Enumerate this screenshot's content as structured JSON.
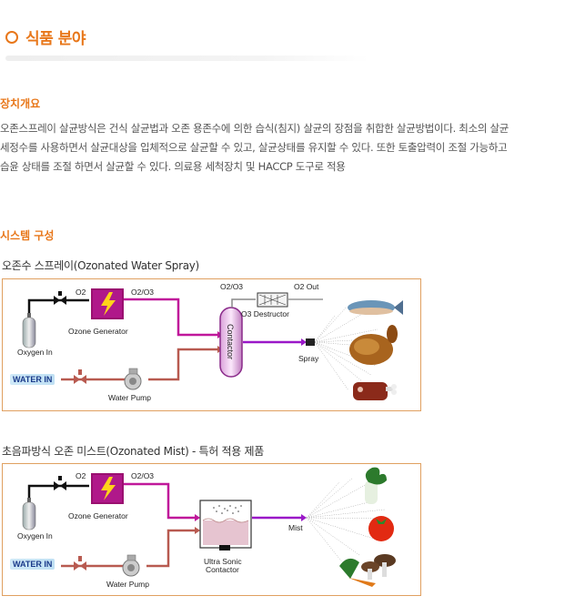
{
  "header": {
    "title": "식품 분야"
  },
  "overview": {
    "title": "장치개요",
    "lines": [
      "오존스프레이 살균방식은 건식 살균법과 오존 용존수에 의한 습식(침지) 살균의 장점을 취합한 살균방법이다. 최소의 살균",
      "세정수를 사용하면서 살균대상을 입체적으로 살균할 수 있고, 살균상태를 유지할 수 있다. 또한 토출압력이 조절 가능하고",
      "습윤 상태를 조절 하면서 살균할 수 있다. 의료용 세척장치 및 HACCP 도구로 적용"
    ]
  },
  "system": {
    "title": "시스템 구성",
    "diagram1": {
      "title": "오존수 스프레이(Ozonated Water Spray)",
      "labels": {
        "o2": "O2",
        "o2o3_left": "O2/O3",
        "o2o3_top": "O2/O3",
        "o2out": "O2 Out",
        "destructor": "O3 Destructor",
        "generator": "Ozone  Generator",
        "contactor": "Contactor",
        "spray": "Spray",
        "oxygen": "Oxygen In",
        "water_in": "WATER IN",
        "pump": "Water Pump"
      }
    },
    "diagram2": {
      "title": "초음파방식 오존 미스트(Ozonated Mist) - 특허 적용 제품",
      "labels": {
        "o2": "O2",
        "o2o3": "O2/O3",
        "generator": "Ozone  Generator",
        "ultrasonic_1": "Ultra Sonic",
        "ultrasonic_2": "Contactor",
        "mist": "Mist",
        "oxygen": "Oxygen In",
        "water_in": "WATER IN",
        "pump": "Water Pump"
      }
    }
  },
  "colors": {
    "accent": "#e8771a",
    "o3_line": "#c0179a",
    "water_line": "#b85a50",
    "mist_line": "#9a18c8"
  }
}
